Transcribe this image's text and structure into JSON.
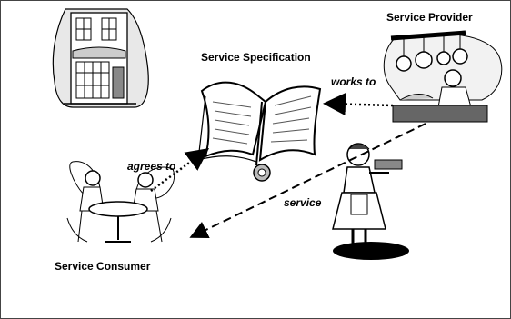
{
  "diagram": {
    "title_spec": "Service Specification",
    "provider": "Service Provider",
    "consumer": "Service Consumer",
    "edges": {
      "works_to": "works to",
      "agrees_to": "agrees to",
      "service": "service"
    }
  },
  "colors": {
    "frame": "#444444",
    "ink": "#000000",
    "paper": "#ffffff",
    "shade": "#d9d9d9",
    "dark": "#555555"
  },
  "icons": [
    "restaurant-building-icon",
    "open-book-icon",
    "chef-kitchen-icon",
    "waitress-icon",
    "diners-table-icon"
  ]
}
